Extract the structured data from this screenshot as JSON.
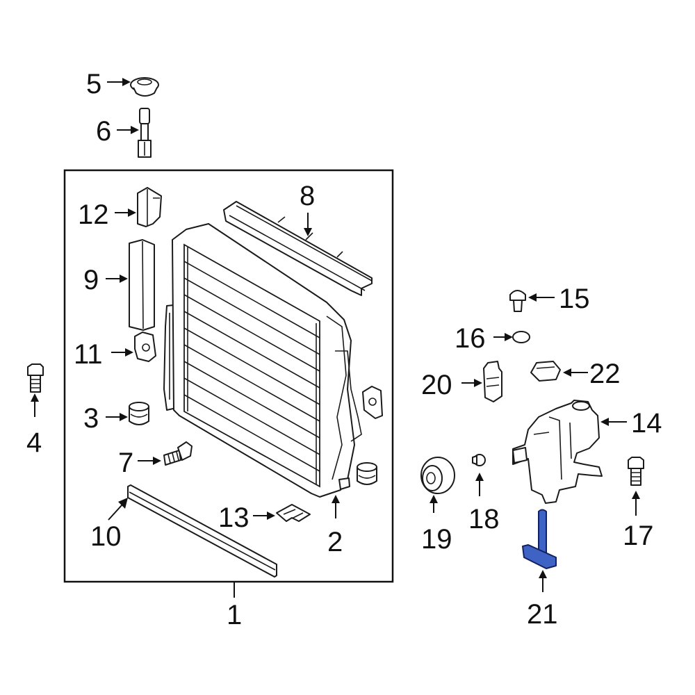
{
  "callouts": {
    "c1": "1",
    "c2": "2",
    "c3": "3",
    "c4": "4",
    "c5": "5",
    "c6": "6",
    "c7": "7",
    "c8": "8",
    "c9": "9",
    "c10": "10",
    "c11": "11",
    "c12": "12",
    "c13": "13",
    "c14": "14",
    "c15": "15",
    "c16": "16",
    "c17": "17",
    "c18": "18",
    "c19": "19",
    "c20": "20",
    "c21": "21",
    "c22": "22"
  },
  "highlight": {
    "part": "21",
    "color": "#3f63c4"
  }
}
